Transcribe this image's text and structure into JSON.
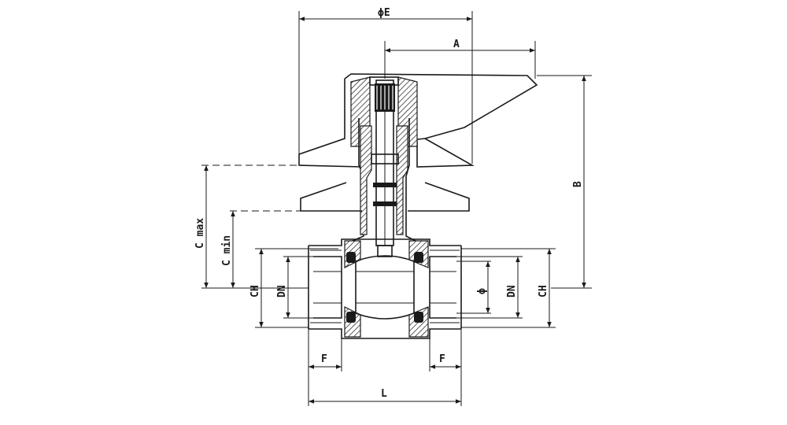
{
  "dimensions": {
    "phi_e": "ϕE",
    "a": "A",
    "b": "B",
    "c_max": "C max",
    "c_min": "C min",
    "ch_left": "CH",
    "dn_left": "DN",
    "phi": "ϕ",
    "dn_right": "DN",
    "ch_right": "CH",
    "f_left": "F",
    "f_right": "F",
    "l": "L"
  }
}
